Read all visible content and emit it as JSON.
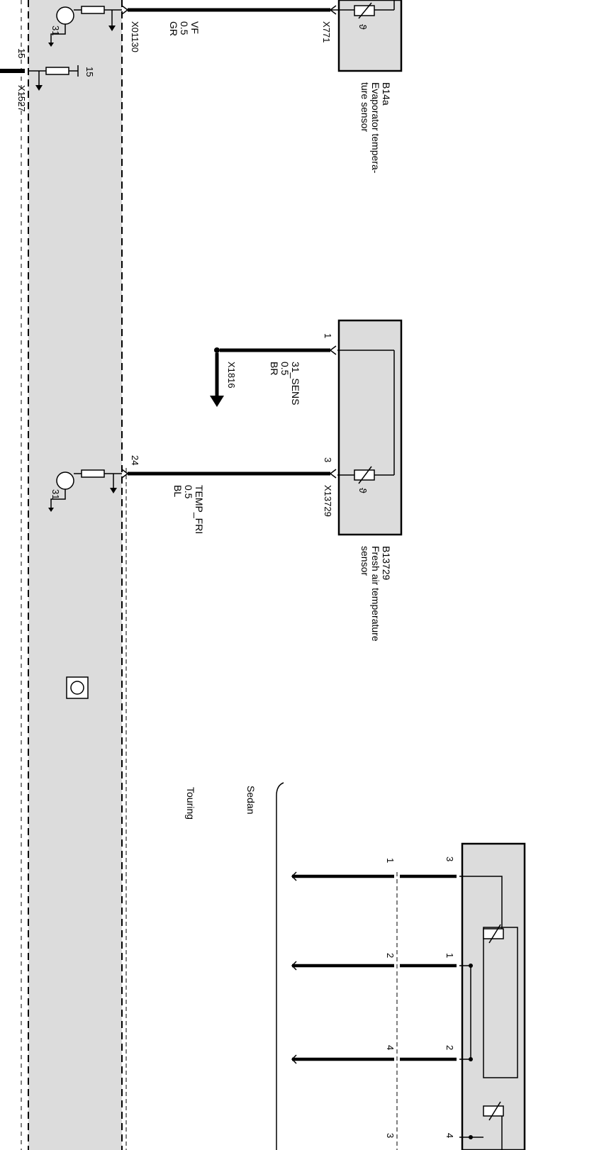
{
  "connectors": {
    "x1527": "X1527",
    "x01130": "X01130",
    "x771": "X771",
    "x1816": "X1816",
    "x13729": "X13729"
  },
  "terminals": {
    "t15_left": "15",
    "t15_res": "15",
    "t31_top": "31",
    "t31_mid": "31",
    "pin24": "24",
    "pin1": "1",
    "pin3": "3"
  },
  "wires": {
    "w1": {
      "signal": "VF",
      "size": "0.5",
      "color": "GR"
    },
    "w2": {
      "signal": "31_SENS",
      "size": "0.5",
      "color": "BR"
    },
    "w3": {
      "signal": "TEMP_FRI",
      "size": "0.5",
      "color": "BL"
    }
  },
  "components": {
    "b14a": {
      "id": "B14a",
      "line1": "Evaporator tempera-",
      "line2": "ture sensor"
    },
    "b13729": {
      "id": "B13729",
      "line1": "Fresh air temperature",
      "line2": "sensor"
    }
  },
  "variants": {
    "sedan": "Sedan",
    "touring": "Touring"
  },
  "bottom_pins": {
    "upper": [
      "3",
      "1",
      "2",
      "4"
    ],
    "lower": [
      "1",
      "2",
      "4",
      "3"
    ]
  },
  "symbols": {
    "theta1": "ϑ",
    "theta2": "ϑ"
  }
}
